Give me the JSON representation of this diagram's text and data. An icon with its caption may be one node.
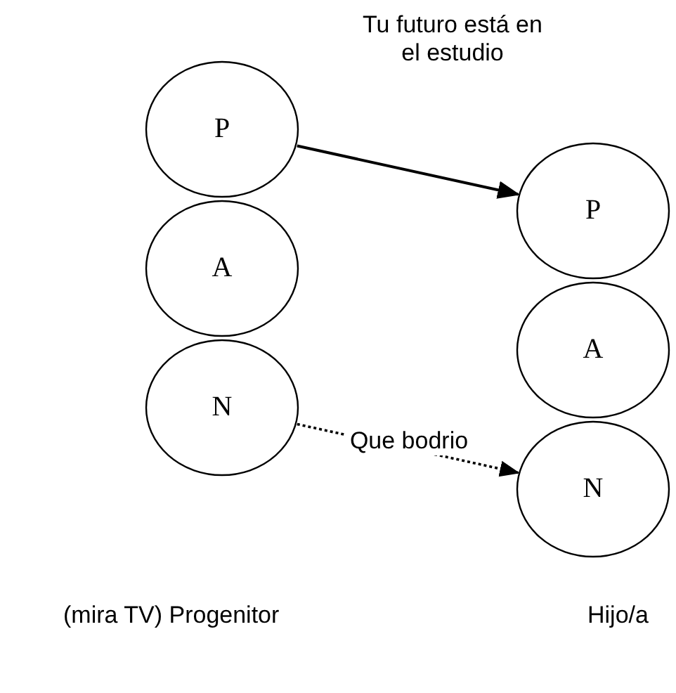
{
  "diagram": {
    "nodes": [
      {
        "text": [
          "P"
        ]
      },
      {
        "text": [
          "A"
        ]
      },
      {
        "text": [
          "N"
        ]
      },
      {
        "text": [
          "P"
        ]
      },
      {
        "text": [
          "A"
        ]
      },
      {
        "text": [
          "N"
        ]
      }
    ],
    "edges": [
      {
        "from": 0,
        "to": 3,
        "arrow": "to",
        "label": "Tu futuro está en el estudio"
      },
      {
        "from": 2,
        "to": 5,
        "arrow": "to",
        "label": "Que bodrio",
        "style": "dashed"
      }
    ],
    "labels": [
      "(mira TV) Progenitor",
      "Hijo/a"
    ]
  }
}
